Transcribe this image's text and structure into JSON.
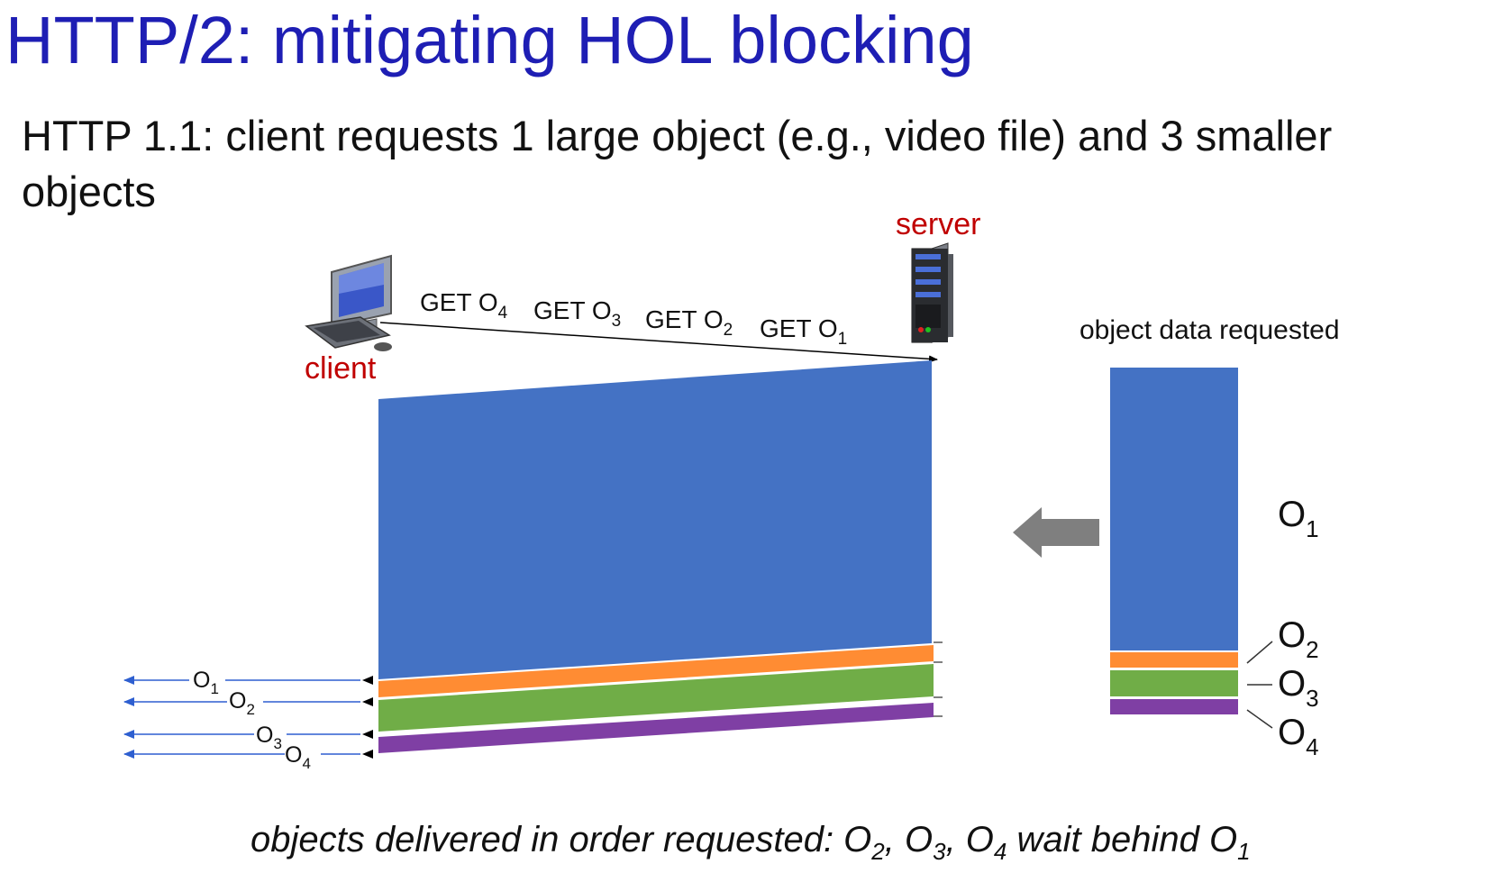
{
  "title": "HTTP/2: mitigating HOL blocking",
  "subtitle": "HTTP 1.1: client requests 1 large object (e.g., video file) and 3 smaller objects",
  "labels": {
    "server": "server",
    "client": "client",
    "object_data_requested": "object data requested",
    "get_prefix": "GET O"
  },
  "requests": [
    {
      "sub": "4"
    },
    {
      "sub": "3"
    },
    {
      "sub": "2"
    },
    {
      "sub": "1"
    }
  ],
  "objects": [
    {
      "base": "O",
      "sub": "1",
      "color": "#4472c4"
    },
    {
      "base": "O",
      "sub": "2",
      "color": "#ff8c33"
    },
    {
      "base": "O",
      "sub": "3",
      "color": "#70ad47"
    },
    {
      "base": "O",
      "sub": "4",
      "color": "#7f3fa4"
    }
  ],
  "caption": {
    "main": "objects delivered in order requested: O",
    "o2": "2",
    "sep1": ", O",
    "o3": "3",
    "sep2": ", O",
    "o4": "4",
    "tail": " wait behind O",
    "o1": "1"
  },
  "colors": {
    "title": "#1e1eb4",
    "label_red": "#c00000",
    "arrow_gray": "#7f7f7f",
    "arrow_blue": "#2e5fd0"
  }
}
